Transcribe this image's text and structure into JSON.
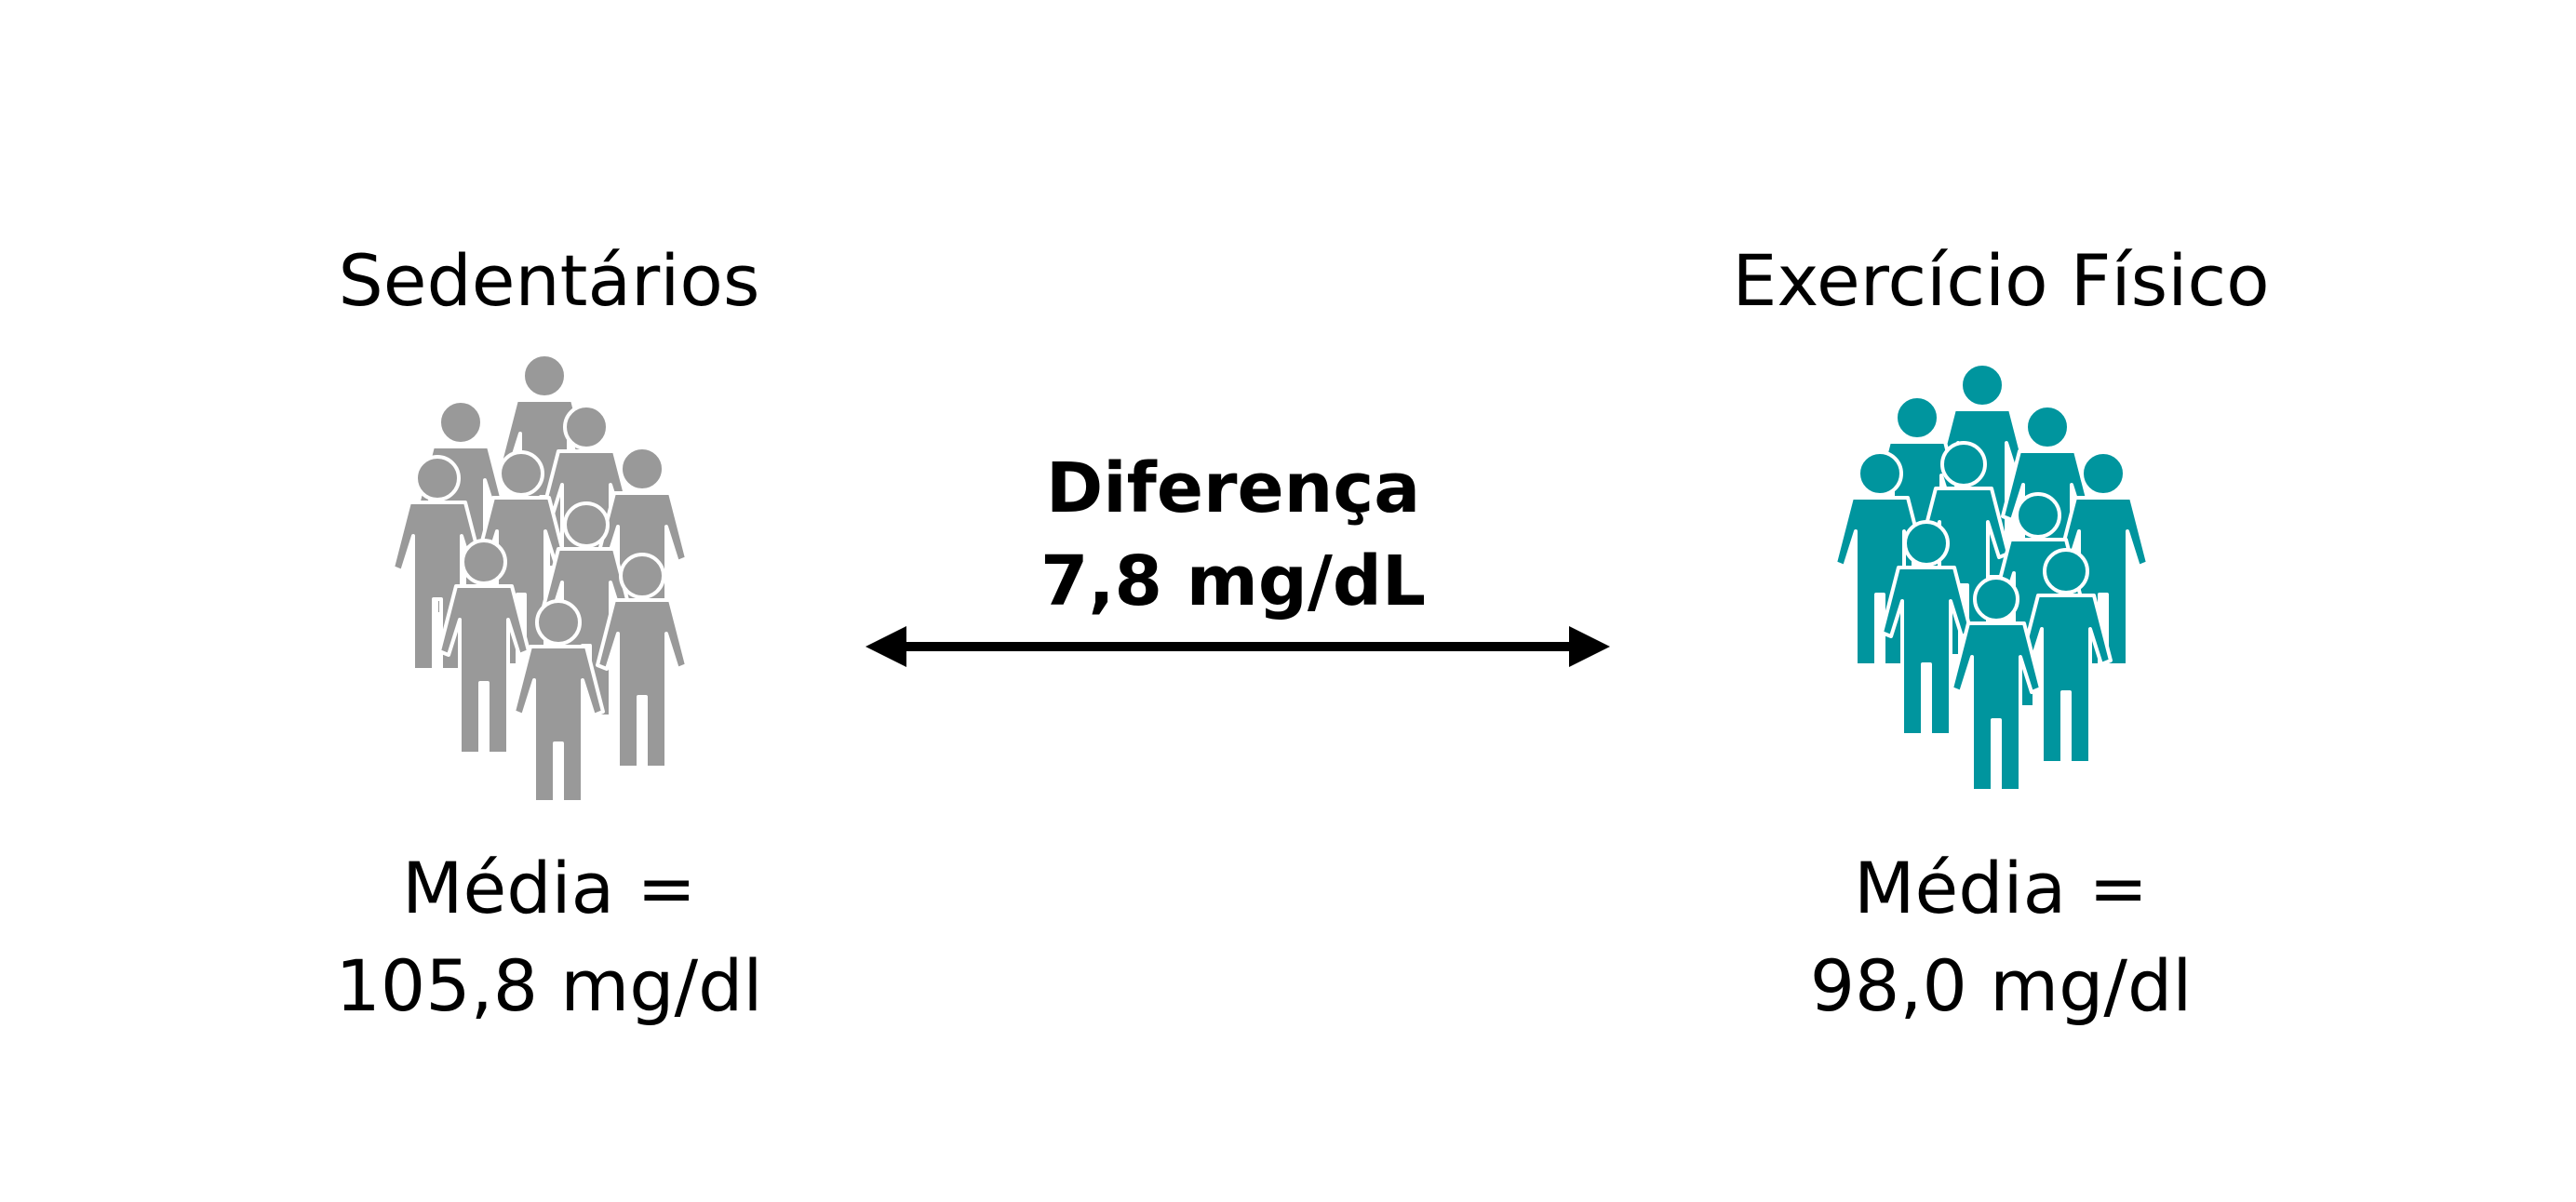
{
  "groups": {
    "sedentary": {
      "title": "Sedentários",
      "mean_label": "Média =",
      "mean_value": "105,8 mg/dl",
      "color": "#999999",
      "icon": "people-group-icon"
    },
    "exercise": {
      "title": "Exercício Físico",
      "mean_label": "Média =",
      "mean_value": "98,0 mg/dl",
      "color": "#00959e",
      "icon": "people-group-icon"
    }
  },
  "difference": {
    "title": "Diferença",
    "value": "7,8 mg/dL",
    "icon": "double-arrow-icon"
  }
}
